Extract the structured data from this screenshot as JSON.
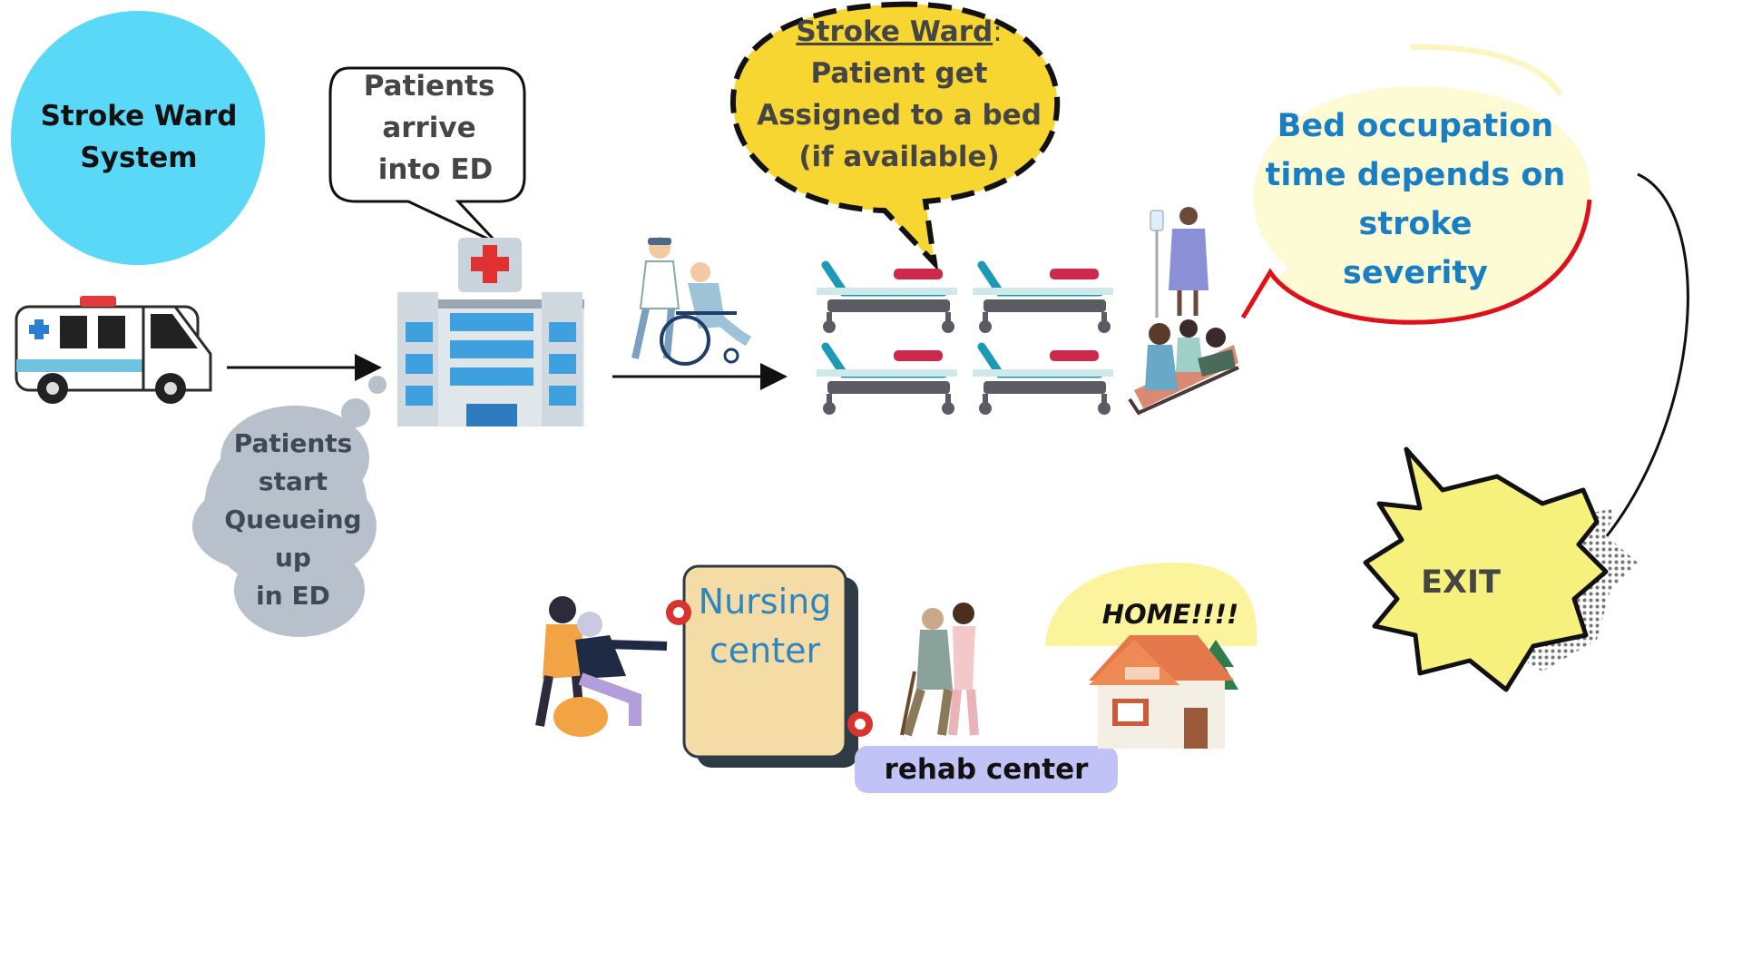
{
  "title": {
    "line1": "Stroke Ward",
    "line2": "System"
  },
  "ed_arrival": {
    "lines": [
      "Patients",
      "arrive",
      "into ED"
    ]
  },
  "queue": {
    "lines": [
      "Patients",
      "start",
      "Queueing",
      "up",
      "in ED"
    ]
  },
  "ward": {
    "heading": "Stroke Ward",
    "colon": ":",
    "lines": [
      "Patient get",
      "Assigned to a bed",
      "(if available)"
    ]
  },
  "occupation": {
    "lines": [
      "Bed occupation",
      "time depends on",
      "stroke",
      "severity"
    ]
  },
  "exit": {
    "label": "EXIT"
  },
  "nursing": {
    "lines": [
      "Nursing",
      "center"
    ]
  },
  "rehab": {
    "label": "rehab center"
  },
  "home": {
    "label": "HOME!!!!"
  },
  "colors": {
    "title_circle": "#5ad8f7",
    "ward_bubble": "#f7d631",
    "occupation_bubble": "#fdfbd3",
    "occupation_text": "#1a7ec4",
    "queue_cloud": "#b8c0cc",
    "exit_burst": "#f6f07d",
    "nursing_card": "#f5dba5",
    "nursing_text": "#2e86c1",
    "rehab_bar": "#c1c2f5",
    "home_bubble": "#fbf49c",
    "hospital_blue": "#3fa0e0",
    "hospital_cross": "#e0302f"
  },
  "icons": [
    "ambulance-icon",
    "hospital-icon",
    "wheelchair-icon",
    "bed-icon",
    "iv-patient-icon",
    "exam-patient-icon",
    "therapy-icon",
    "walking-assist-icon",
    "house-icon",
    "exit-burst-icon"
  ]
}
